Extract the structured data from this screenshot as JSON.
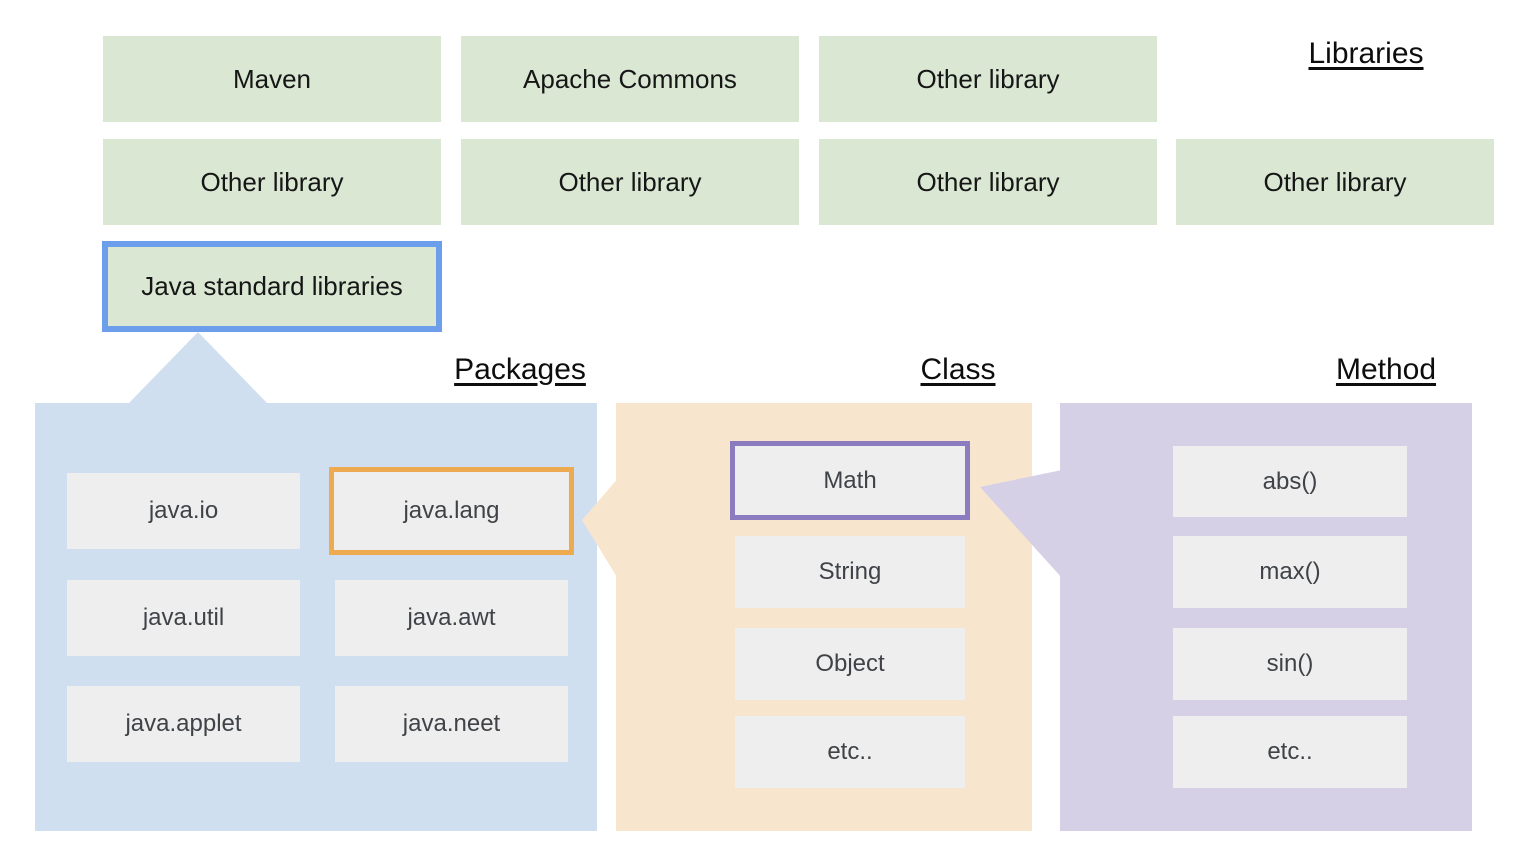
{
  "headings": {
    "libraries": "Libraries",
    "packages": "Packages",
    "class": "Class",
    "method": "Method"
  },
  "libraries": {
    "row1": [
      "Maven",
      "Apache Commons",
      "Other library"
    ],
    "row2": [
      "Other library",
      "Other library",
      "Other library",
      "Other library"
    ],
    "highlighted": "Java standard libraries"
  },
  "packages": {
    "highlighted": "java.lang",
    "items": [
      "java.io",
      "java.lang",
      "java.util",
      "java.awt",
      "java.applet",
      "java.neet"
    ]
  },
  "classes": {
    "highlighted": "Math",
    "items": [
      "Math",
      "String",
      "Object",
      "etc.."
    ]
  },
  "methods": {
    "items": [
      "abs()",
      "max()",
      "sin()",
      "etc.."
    ]
  },
  "colors": {
    "green": "#d9e7d3",
    "panel_blue": "#cfdff0",
    "panel_orange": "#f8e5cd",
    "panel_purple": "#d5d0e6",
    "border_blue": "#6d9eeb",
    "border_orange": "#edaa50",
    "border_purple": "#8b7cc0",
    "gray_box": "#eeeeee"
  }
}
